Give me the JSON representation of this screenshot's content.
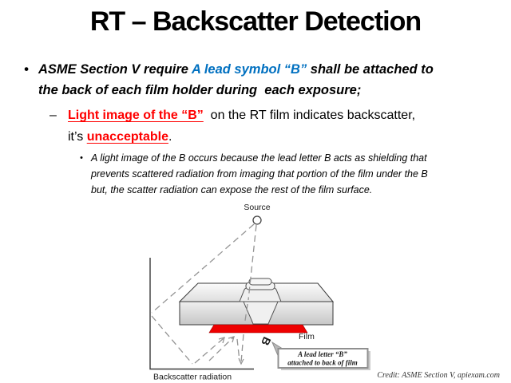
{
  "title": "RT – Backscatter Detection",
  "content": {
    "bullet1": {
      "marker": "•",
      "seg1": "ASME Section V require ",
      "seg2": "A lead symbol “B”",
      "seg3a": " shall be attached to",
      "seg3b": "the back of each film holder during  each exposure;"
    },
    "bullet2": {
      "marker": "–",
      "seg1": "Light image of the “B”",
      "seg2a": "  on the RT film indicates backscatter,",
      "seg2b": "it’s ",
      "seg3": "unacceptable",
      "seg4": "."
    },
    "bullet3": {
      "marker": "•",
      "line1": "A light image of the B occurs because the lead letter B acts as shielding that",
      "line2": "prevents scattered radiation from imaging that portion of the film under the B",
      "line3": "but, the scatter radiation can expose the rest of the film surface."
    }
  },
  "diagram": {
    "source_label": "Source",
    "film_label": "Film",
    "b_letter": "B",
    "callout_line1": "A lead letter “B”",
    "callout_line2": "attached to back of film",
    "axis_label": "Backscatter radiation"
  },
  "footer": {
    "credit": "Credit: ASME Section V, apiexam.com"
  },
  "colors": {
    "accent_blue": "#0070C0",
    "accent_red": "#FF0000",
    "film_red": "#EE0000"
  }
}
